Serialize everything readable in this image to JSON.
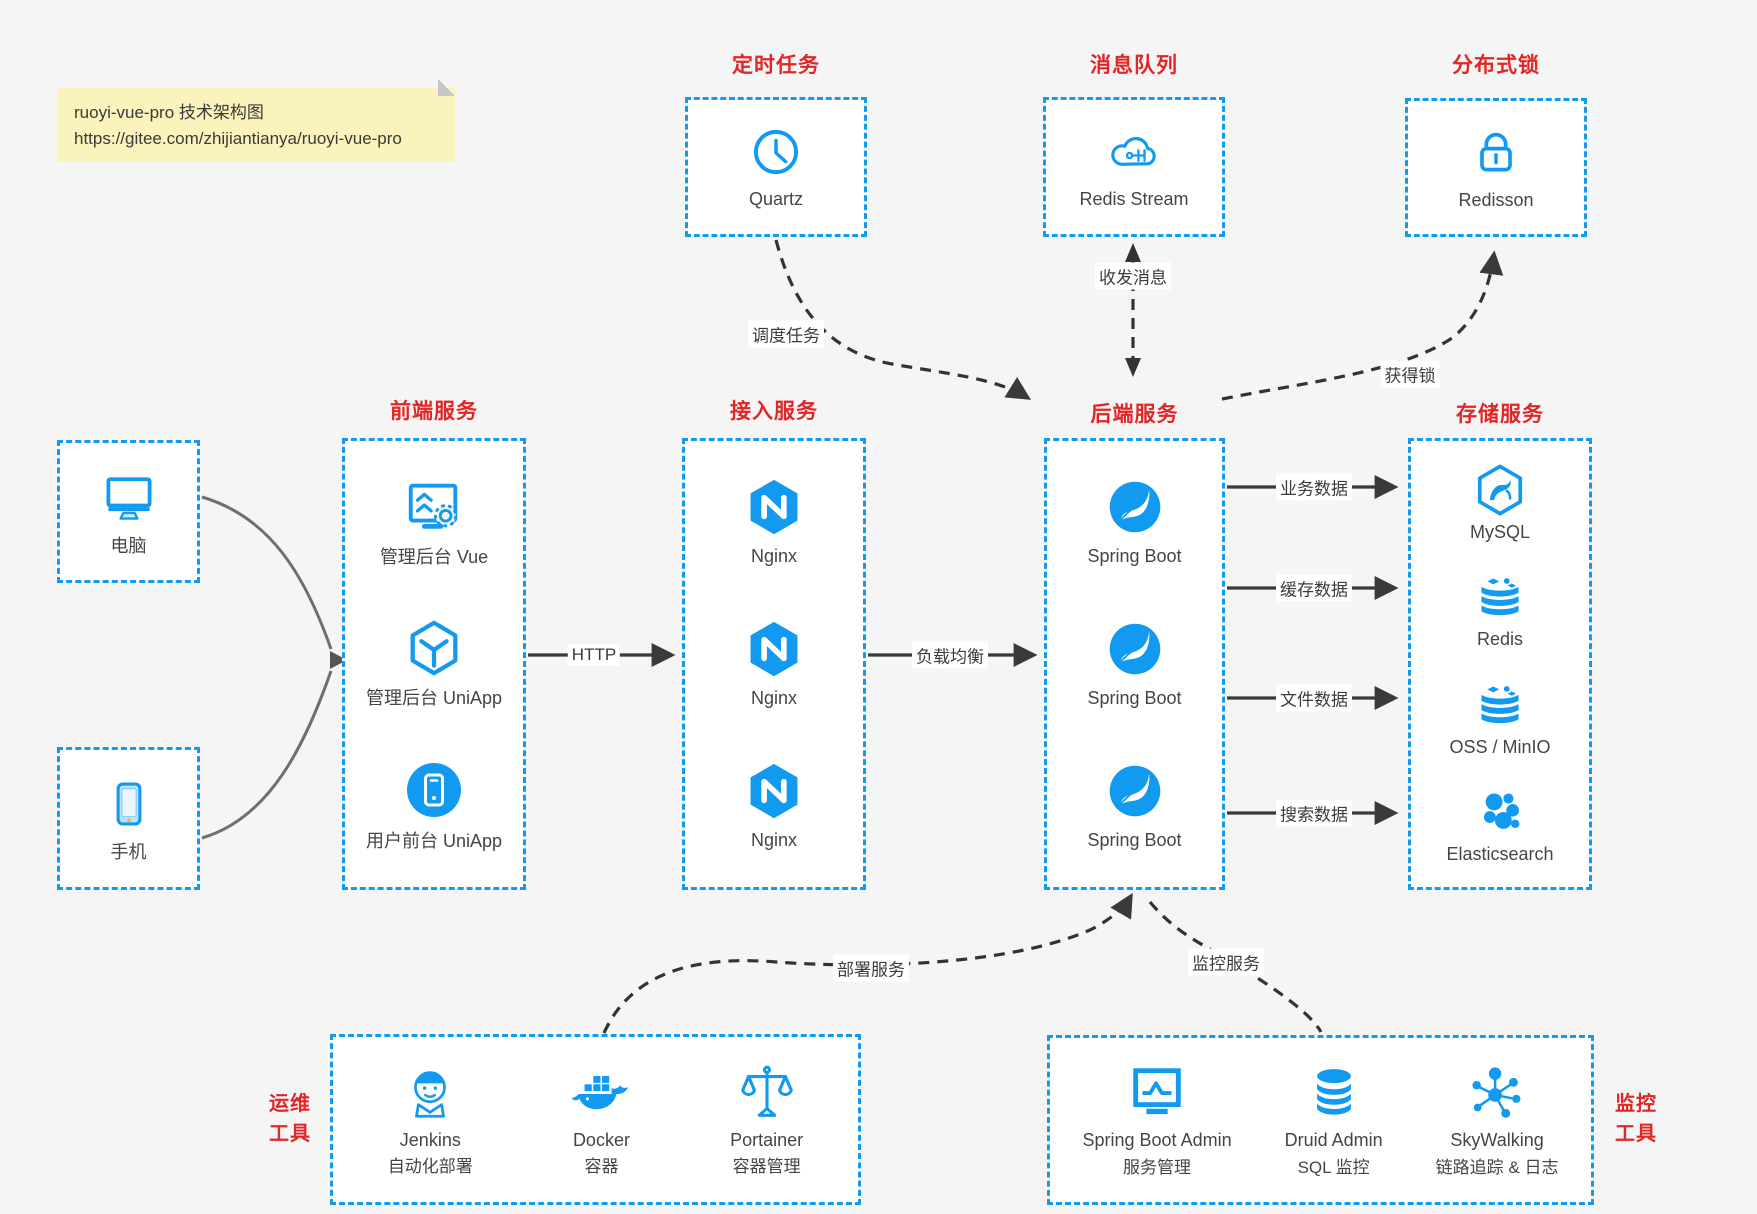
{
  "note": {
    "line1": "ruoyi-vue-pro 技术架构图",
    "line2": "https://gitee.com/zhijiantianya/ruoyi-vue-pro"
  },
  "colors": {
    "accent_blue": "#119af0",
    "title_red": "#e22626",
    "background": "#f5f5f6",
    "note_yellow": "#faf3bc",
    "arrow_dark": "#3a3a3a"
  },
  "groups": {
    "scheduled_tasks": {
      "title": "定时任务",
      "items": [
        {
          "icon": "clock-icon",
          "label": "Quartz"
        }
      ]
    },
    "message_queue": {
      "title": "消息队列",
      "items": [
        {
          "icon": "cloud-stream-icon",
          "label": "Redis Stream"
        }
      ]
    },
    "distributed_lock": {
      "title": "分布式锁",
      "items": [
        {
          "icon": "padlock-icon",
          "label": "Redisson"
        }
      ]
    },
    "clients": {
      "items": [
        {
          "icon": "desktop-icon",
          "label": "电脑"
        },
        {
          "icon": "phone-icon",
          "label": "手机"
        }
      ]
    },
    "frontend": {
      "title": "前端服务",
      "items": [
        {
          "icon": "admin-vue-icon",
          "label": "管理后台 Vue"
        },
        {
          "icon": "uniapp-cube-icon",
          "label": "管理后台 UniApp"
        },
        {
          "icon": "user-app-icon",
          "label": "用户前台 UniApp"
        }
      ]
    },
    "gateway": {
      "title": "接入服务",
      "items": [
        {
          "icon": "nginx-icon",
          "label": "Nginx"
        },
        {
          "icon": "nginx-icon",
          "label": "Nginx"
        },
        {
          "icon": "nginx-icon",
          "label": "Nginx"
        }
      ]
    },
    "backend": {
      "title": "后端服务",
      "items": [
        {
          "icon": "spring-icon",
          "label": "Spring Boot"
        },
        {
          "icon": "spring-icon",
          "label": "Spring Boot"
        },
        {
          "icon": "spring-icon",
          "label": "Spring Boot"
        }
      ]
    },
    "storage": {
      "title": "存储服务",
      "items": [
        {
          "icon": "mysql-icon",
          "label": "MySQL"
        },
        {
          "icon": "redis-icon",
          "label": "Redis"
        },
        {
          "icon": "redis-icon",
          "label": "OSS / MinIO"
        },
        {
          "icon": "elasticsearch-icon",
          "label": "Elasticsearch"
        }
      ]
    },
    "ops_tools": {
      "title_line1": "运维",
      "title_line2": "工具",
      "items": [
        {
          "icon": "jenkins-icon",
          "label": "Jenkins",
          "sublabel": "自动化部署"
        },
        {
          "icon": "docker-icon",
          "label": "Docker",
          "sublabel": "容器"
        },
        {
          "icon": "portainer-icon",
          "label": "Portainer",
          "sublabel": "容器管理"
        }
      ]
    },
    "monitor_tools": {
      "title_line1": "监控",
      "title_line2": "工具",
      "items": [
        {
          "icon": "sba-icon",
          "label": "Spring Boot Admin",
          "sublabel": "服务管理"
        },
        {
          "icon": "druid-icon",
          "label": "Druid Admin",
          "sublabel": "SQL 监控"
        },
        {
          "icon": "skywalking-icon",
          "label": "SkyWalking",
          "sublabel": "链路追踪 & 日志"
        }
      ]
    }
  },
  "edges": {
    "http": "HTTP",
    "load_balance": "负载均衡",
    "business_data": "业务数据",
    "cache_data": "缓存数据",
    "file_data": "文件数据",
    "search_data": "搜索数据",
    "schedule_task": "调度任务",
    "send_receive_msg": "收发消息",
    "acquire_lock": "获得锁",
    "deploy_service": "部署服务",
    "monitor_service": "监控服务"
  }
}
